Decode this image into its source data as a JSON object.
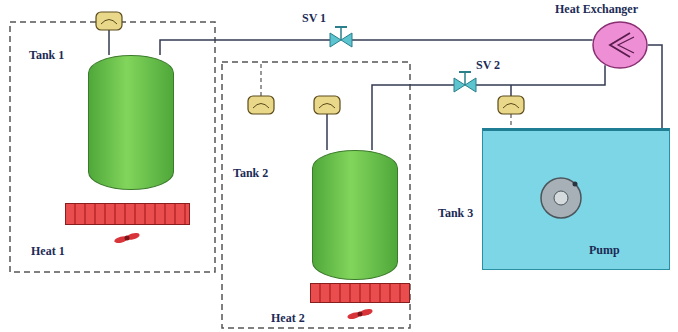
{
  "diagram": {
    "nodes": [
      {
        "text": [
          "Tank 1"
        ]
      },
      {
        "text": [
          "Heat 1"
        ]
      },
      {
        "text": [
          "SV 1"
        ]
      },
      {
        "text": [
          "Heat Exchanger"
        ]
      },
      {
        "text": [
          "Tank 2"
        ]
      },
      {
        "text": [
          "Heat 2"
        ]
      },
      {
        "text": [
          "SV 2"
        ]
      },
      {
        "text": [
          "Tank 3"
        ]
      },
      {
        "text": [
          "Pump"
        ],
        "in": 7
      }
    ],
    "edges": [
      {
        "from": 0,
        "to": 2,
        "arrow": "none"
      },
      {
        "from": 2,
        "to": 3,
        "arrow": "none"
      },
      {
        "from": 4,
        "to": 6,
        "arrow": "none"
      },
      {
        "from": 6,
        "to": 3,
        "arrow": "none"
      },
      {
        "from": 3,
        "to": 8,
        "arrow": "none"
      }
    ]
  }
}
